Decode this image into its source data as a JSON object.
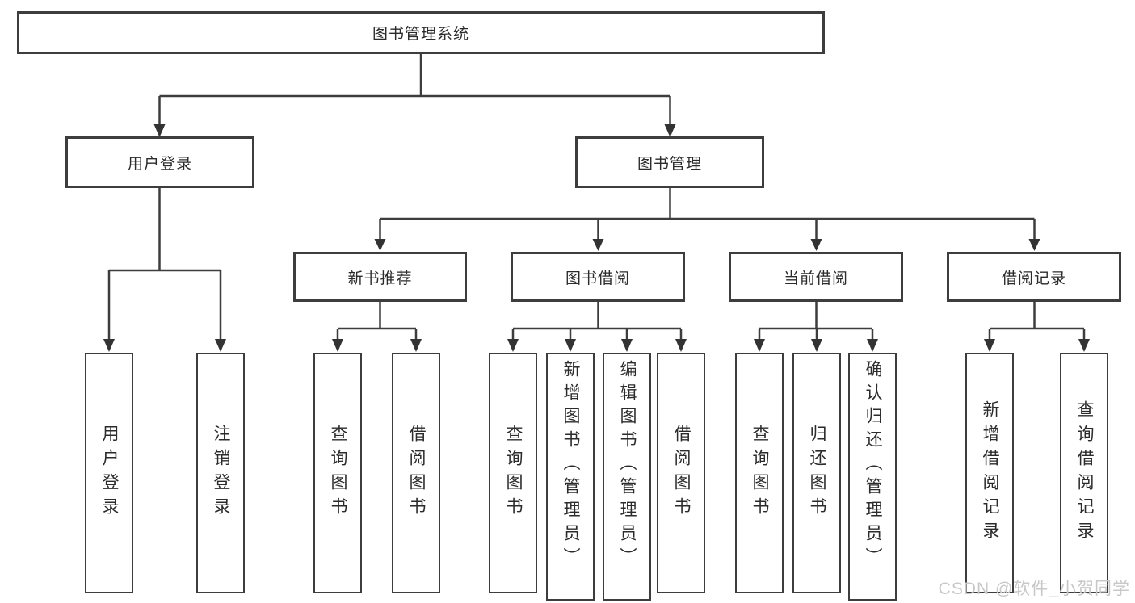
{
  "watermark": {
    "text": "CSDN @软件_小贺同学"
  },
  "colors": {
    "line": "#3d3d3d",
    "arrow": "#333333",
    "text": "#2b2b2b",
    "watermark": "#c8c8c8",
    "background": "#ffffff"
  },
  "tree": {
    "label": "图书管理系统",
    "children": [
      {
        "label": "用户登录",
        "children": [
          {
            "label": "用户登录"
          },
          {
            "label": "注销登录"
          }
        ]
      },
      {
        "label": "图书管理",
        "children": [
          {
            "label": "新书推荐",
            "children": [
              {
                "label": "查询图书"
              },
              {
                "label": "借阅图书"
              }
            ]
          },
          {
            "label": "图书借阅",
            "children": [
              {
                "label": "查询图书"
              },
              {
                "label": "新增图书（管理员）"
              },
              {
                "label": "编辑图书（管理员）"
              },
              {
                "label": "借阅图书"
              }
            ]
          },
          {
            "label": "当前借阅",
            "children": [
              {
                "label": "查询图书"
              },
              {
                "label": "归还图书"
              },
              {
                "label": "确认归还（管理员）"
              }
            ]
          },
          {
            "label": "借阅记录",
            "children": [
              {
                "label": "新增借阅记录"
              },
              {
                "label": "查询借阅记录"
              }
            ]
          }
        ]
      }
    ]
  }
}
